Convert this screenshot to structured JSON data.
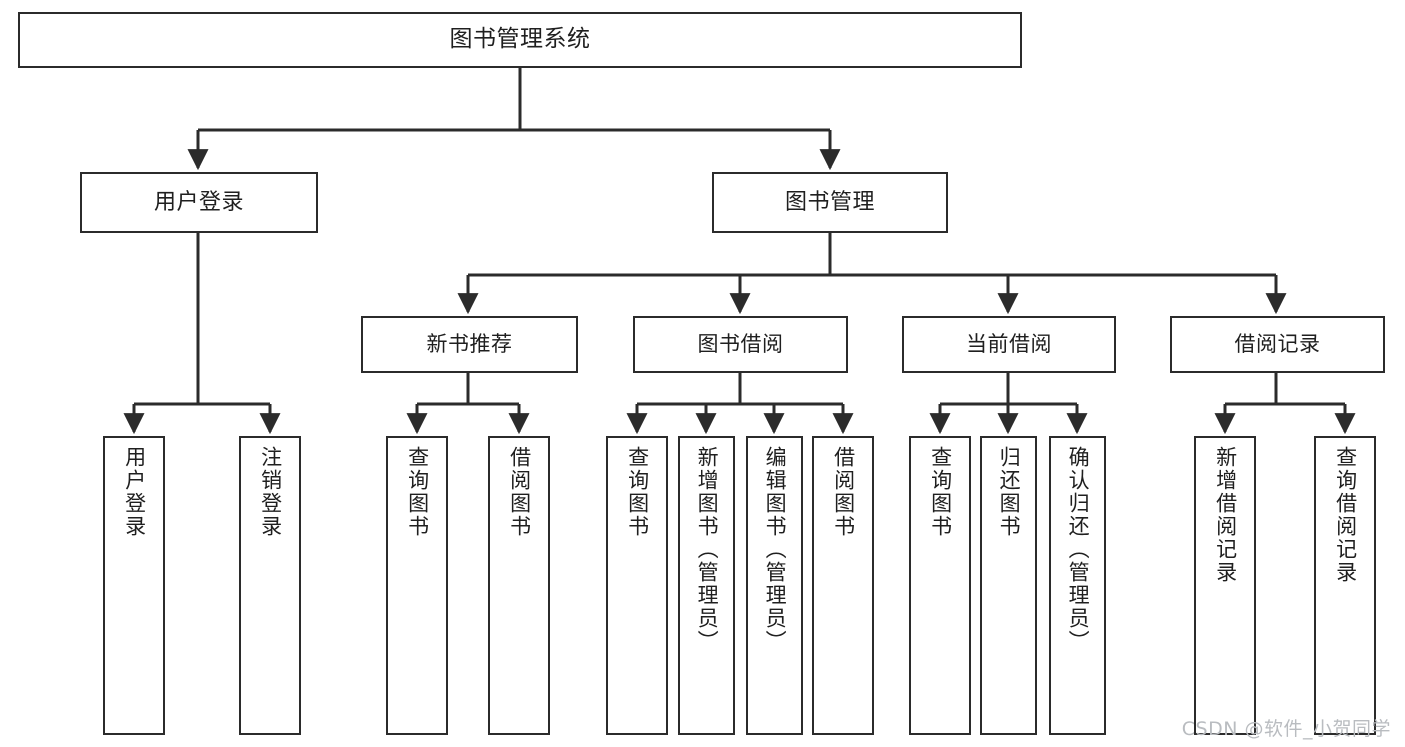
{
  "diagram": {
    "title": "图书管理系统",
    "type": "tree-hierarchy",
    "watermark": "CSDN @软件_小贺同学",
    "colors": {
      "box_border": "#2b2b2b",
      "box_fill": "#ffffff",
      "connector": "#2b2b2b",
      "text": "#1f1f1f",
      "watermark": "#b9bcc0",
      "background": "#ffffff"
    }
  },
  "nodes": {
    "root": {
      "label": "图书管理系统"
    },
    "level2": [
      {
        "id": "user-login",
        "label": "用户登录"
      },
      {
        "id": "book-manage",
        "label": "图书管理"
      }
    ],
    "level3": [
      {
        "id": "new-book-recommend",
        "label": "新书推荐"
      },
      {
        "id": "book-borrow",
        "label": "图书借阅"
      },
      {
        "id": "current-borrow",
        "label": "当前借阅"
      },
      {
        "id": "borrow-record",
        "label": "借阅记录"
      }
    ],
    "leaves": [
      {
        "id": "leaf-user-login",
        "label": "用户登录",
        "parent": "user-login"
      },
      {
        "id": "leaf-logout",
        "label": "注销登录",
        "parent": "user-login"
      },
      {
        "id": "leaf-query-book-1",
        "label": "查询图书",
        "parent": "new-book-recommend"
      },
      {
        "id": "leaf-borrow-book-1",
        "label": "借阅图书",
        "parent": "new-book-recommend"
      },
      {
        "id": "leaf-query-book-2",
        "label": "查询图书",
        "parent": "book-borrow"
      },
      {
        "id": "leaf-add-book",
        "label": "新增图书（管理员）",
        "parent": "book-borrow"
      },
      {
        "id": "leaf-edit-book",
        "label": "编辑图书（管理员）",
        "parent": "book-borrow"
      },
      {
        "id": "leaf-borrow-book-2",
        "label": "借阅图书",
        "parent": "book-borrow"
      },
      {
        "id": "leaf-query-book-3",
        "label": "查询图书",
        "parent": "current-borrow"
      },
      {
        "id": "leaf-return-book",
        "label": "归还图书",
        "parent": "current-borrow"
      },
      {
        "id": "leaf-confirm-return",
        "label": "确认归还（管理员）",
        "parent": "current-borrow"
      },
      {
        "id": "leaf-add-record",
        "label": "新增借阅记录",
        "parent": "borrow-record"
      },
      {
        "id": "leaf-query-record",
        "label": "查询借阅记录",
        "parent": "borrow-record"
      }
    ]
  }
}
